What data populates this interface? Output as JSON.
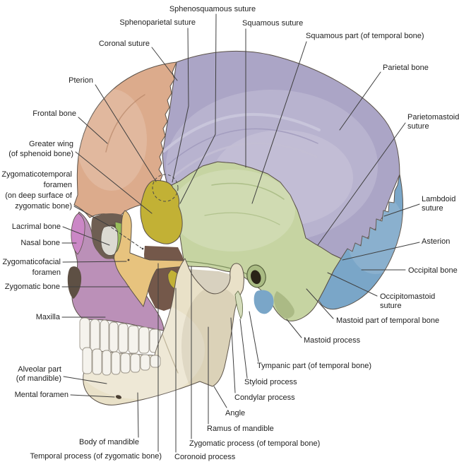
{
  "colors": {
    "background": "#ffffff",
    "frontal": "#dcab8c",
    "parietal": "#aba5c6",
    "temporal": "#c6d4a2",
    "occipital": "#7aa6c8",
    "sphenoid": "#c2b135",
    "zygomatic": "#e7c37e",
    "maxilla": "#bb90b8",
    "nasal": "#cb87c6",
    "lacrimal": "#dcdad2",
    "ethmoid_green": "#97bd5a",
    "mandible": "#e9e1c8",
    "teeth": "#f5f3ed",
    "orbit_dark": "#6e5e52",
    "aperture_dark": "#5e5044",
    "fossa_dark": "#74584a",
    "notch_light": "#d8d1bf",
    "outline": "#5a5148",
    "leader": "#3f3f3f",
    "text": "#1f1f1f"
  },
  "labels": {
    "sphenosquamous_suture": "Sphenosquamous suture",
    "sphenoparietal_suture": "Sphenoparietal suture",
    "squamous_suture": "Squamous suture",
    "squamous_part": "Squamous part (of temporal bone)",
    "coronal_suture": "Coronal suture",
    "parietal_bone": "Parietal bone",
    "pterion": "Pterion",
    "frontal_bone": "Frontal bone",
    "greater_wing": [
      "Greater wing",
      "(of sphenoid bone)"
    ],
    "zygomaticotemporal_foramen": [
      "Zygomaticotemporal",
      "foramen",
      "(on deep surface of",
      "zygomatic bone)"
    ],
    "lacrimal_bone": "Lacrimal bone",
    "nasal_bone": "Nasal bone",
    "zygomaticofacial_foramen": [
      "Zygomaticofacial",
      "foramen"
    ],
    "zygomatic_bone": "Zygomatic bone",
    "maxilla": "Maxilla",
    "alveolar_part": [
      "Alveolar part",
      "(of mandible)"
    ],
    "mental_foramen": "Mental foramen",
    "parietomastoid_suture": [
      "Parietomastoid",
      "suture"
    ],
    "lambdoid_suture": [
      "Lambdoid",
      "suture"
    ],
    "asterion": "Asterion",
    "occipital_bone": "Occipital bone",
    "occipitomastoid_suture": [
      "Occipitomastoid",
      "suture"
    ],
    "mastoid_part": "Mastoid part of temporal bone",
    "mastoid_process": "Mastoid process",
    "tympanic_part": "Tympanic part (of temporal bone)",
    "styloid_process": "Styloid process",
    "condylar_process": "Condylar process",
    "angle": "Angle",
    "ramus_of_mandible": "Ramus of mandible",
    "zygomatic_process": "Zygomatic process (of temporal bone)",
    "coronoid_process": "Coronoid process",
    "temporal_process": "Temporal process (of zygomatic bone)",
    "body_of_mandible": "Body of mandible"
  }
}
